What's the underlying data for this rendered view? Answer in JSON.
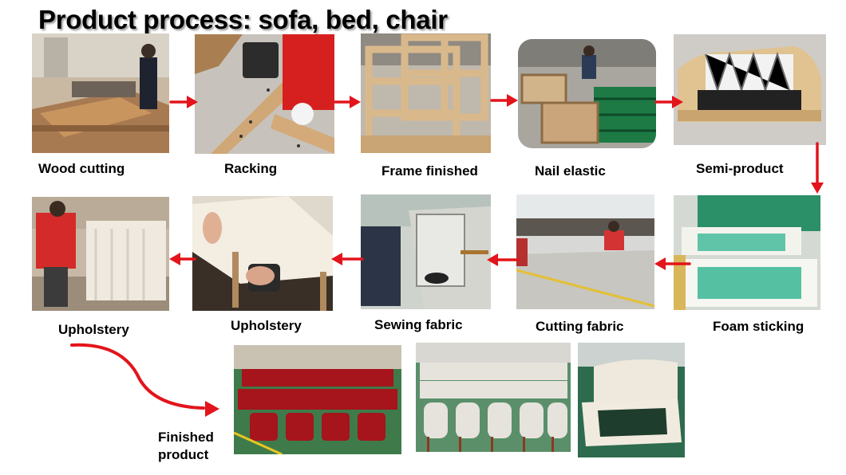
{
  "title": "Product process: sofa, bed, chair",
  "colors": {
    "arrow": "#e3141b",
    "caption": "#000000"
  },
  "steps": [
    "Wood cutting",
    "Racking",
    "Frame finished",
    "Nail elastic",
    "Semi-product",
    "Foam sticking",
    "Cutting fabric",
    "Sewing fabric",
    "Upholstery",
    "Upholstery"
  ],
  "finished": {
    "line1": "Finished",
    "line2": "product"
  }
}
